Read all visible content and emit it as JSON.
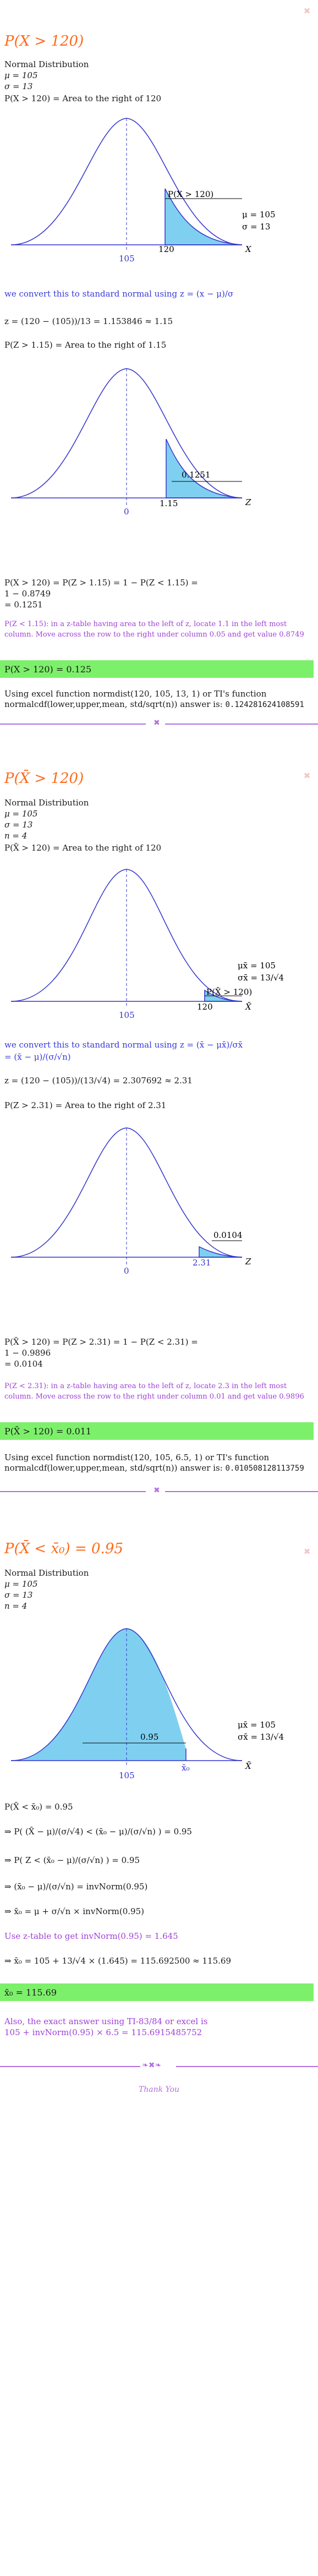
{
  "corner_icon": "✖",
  "s1": {
    "title": "P(X > 120)",
    "dist": "Normal Distribution",
    "mu": "μ = 105",
    "sigma": "σ = 13",
    "area_line": "P(X > 120) = Area to the right of 120",
    "chart1": {
      "label_mu": "μ = 105",
      "label_sigma": "σ = 13",
      "area_label": "P(X > 120)",
      "tick_mean": "105",
      "tick_x": "120",
      "axis_var": "X"
    },
    "convert": "we convert this to standard normal using z = (x − μ)/σ",
    "z_calc": "z = (120 − (105))/13 = 1.153846 ≈ 1.15",
    "area_line2": "P(Z > 1.15) = Area to the right of 1.15",
    "chart2": {
      "area_value": "0.1251",
      "tick_mean": "0",
      "tick_z": "1.15",
      "axis_var": "Z"
    },
    "result_line1": "P(X > 120) = P(Z > 1.15) = 1 − P(Z < 1.15) =",
    "result_line2": "1 − 0.8749",
    "result_line3": "= 0.1251",
    "note": "P(Z < 1.15): in a z-table having area to the left of z, locate 1.1 in the left most column. Move across the row to the right under column 0.05 and get value 0.8749",
    "answer": "P(X > 120) = 0.125",
    "excel": "Using excel function normdist(120, 105, 13, 1) or TI's function normalcdf(lower,upper,mean, std/sqrt(n)) answer is: ",
    "excel_value": "0.124281624108591"
  },
  "s2": {
    "title": "P(X̄ > 120)",
    "dist": "Normal Distribution",
    "mu": "μ = 105",
    "sigma": "σ = 13",
    "n": "n = 4",
    "area_line": "P(X̄ > 120) = Area to the right of 120",
    "chart1": {
      "label_mu": "μx̄ = 105",
      "label_sigma": "σx̄ = 13/√4",
      "area_label": "P(X̄ > 120)",
      "tick_mean": "105",
      "tick_x": "120",
      "axis_var": "X̄"
    },
    "convert": "we convert this to standard normal using z = (x̄ − μx̄)/σx̄",
    "convert2": "= (x̄ − μ)/(σ/√n)",
    "z_calc": "z = (120 − (105))/(13/√4) = 2.307692 ≈ 2.31",
    "area_line2": "P(Z > 2.31) = Area to the right of 2.31",
    "chart2": {
      "area_value": "0.0104",
      "tick_mean": "0",
      "tick_z": "2.31",
      "axis_var": "Z"
    },
    "result_line1": "P(X̄ > 120) = P(Z > 2.31) = 1 − P(Z < 2.31) =",
    "result_line2": "1 − 0.9896",
    "result_line3": "= 0.0104",
    "note": "P(Z < 2.31): in a z-table having area to the left of z, locate 2.3 in the left most column. Move across the row to the right under column 0.01 and get value 0.9896",
    "answer": "P(X̄ > 120) = 0.011",
    "excel": "Using excel function normdist(120, 105, 6.5, 1) or TI's function normalcdf(lower,upper,mean, std/sqrt(n)) answer is: ",
    "excel_value": "0.010508128113759"
  },
  "s3": {
    "title": "P(X̄ < x̄₀) = 0.95",
    "dist": "Normal Distribution",
    "mu": "μ = 105",
    "sigma": "σ = 13",
    "n": "n = 4",
    "chart": {
      "label_mu": "μx̄ = 105",
      "label_sigma": "σx̄ = 13/√4",
      "area_value": "0.95",
      "tick_mean": "105",
      "tick_x": "x̄₀",
      "axis_var": "X̄"
    },
    "line1": "P(X̄ < x̄₀) = 0.95",
    "line2": "⇒ P( (X̄ − μ)/(σ/√4) < (x̄₀ − μ)/(σ/√n) ) = 0.95",
    "line3": "⇒ P( Z < (x̄₀ − μ)/(σ/√n) ) = 0.95",
    "line4": "⇒ (x̄₀ − μ)/(σ/√n) = invNorm(0.95)",
    "line5": "⇒ x̄₀ = μ + σ/√n × invNorm(0.95)",
    "ztable": "Use z-table to get invNorm(0.95) = 1.645",
    "line6": "⇒ x̄₀ = 105 + 13/√4 × (1.645) = 115.692500 ≈ 115.69",
    "answer": "x̄₀ = 115.69",
    "exact1": "Also, the exact answer using TI-83/84 or excel is",
    "exact2": "105 + invNorm(0.95) × 6.5 = 115.6915485752"
  },
  "divider_icon": "✖",
  "footer_icon": "❧✖❧",
  "thanks": "Thank You"
}
